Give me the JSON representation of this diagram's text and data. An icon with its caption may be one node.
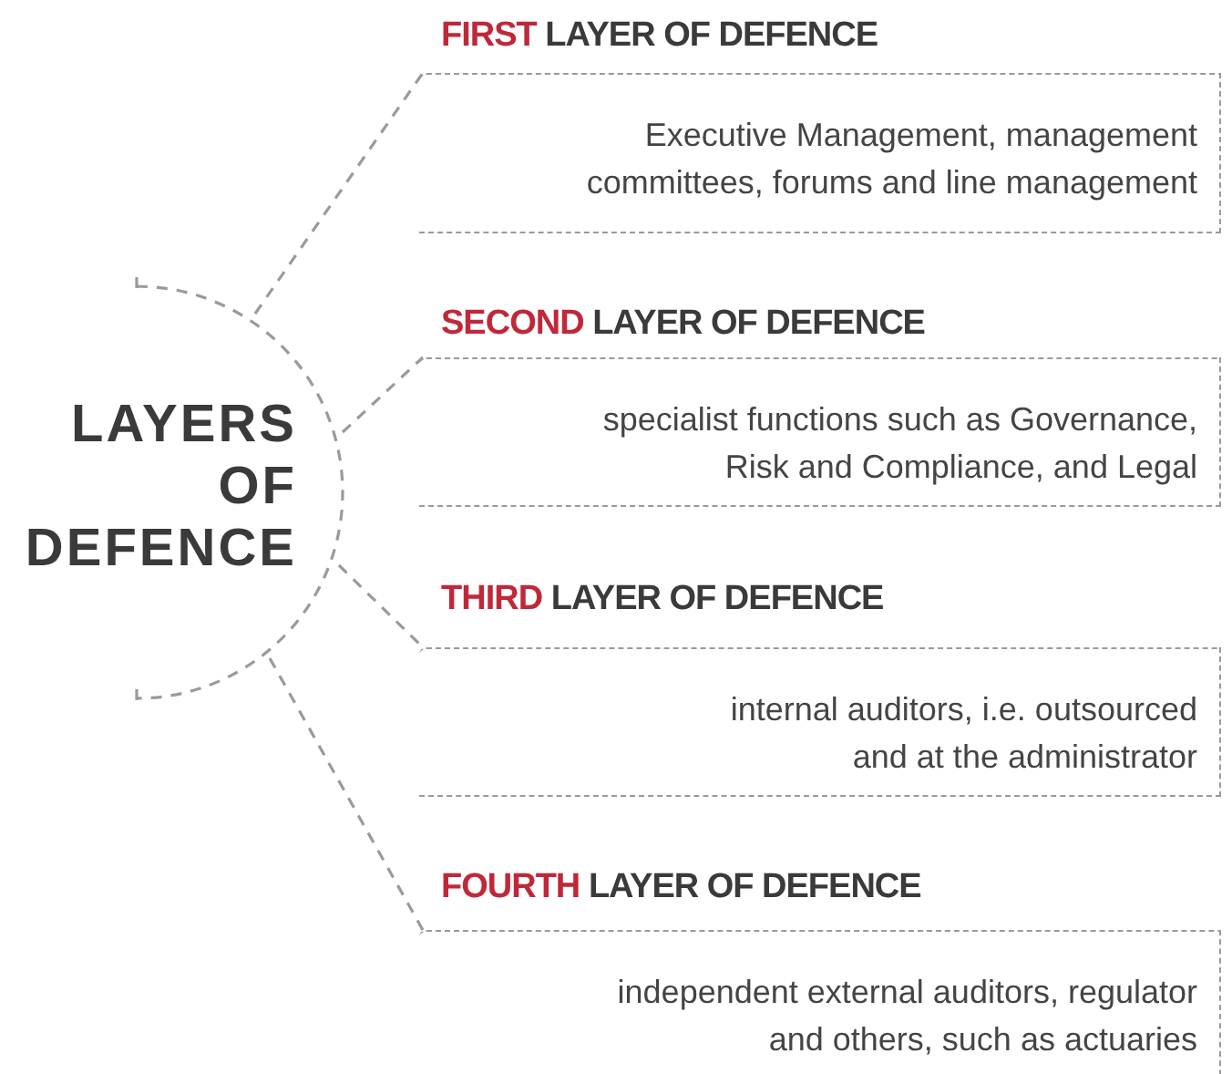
{
  "diagram": {
    "nodes": [
      {
        "text": [
          "LAYERS OF DEFENCE"
        ]
      },
      {
        "text": [
          "FIRST",
          "LAYER OF DEFENCE",
          "Executive Management, management committees, forums and line management"
        ]
      },
      {
        "text": [
          "SECOND",
          "LAYER OF DEFENCE",
          "specialist functions such as Governance, Risk and Compliance, and Legal"
        ]
      },
      {
        "text": [
          "THIRD",
          "LAYER OF DEFENCE",
          "internal auditors, i.e. outsourced and at the administrator"
        ]
      },
      {
        "text": [
          "FOURTH",
          "LAYER OF DEFENCE",
          "independent external auditors, regulator and others, such as actuaries"
        ]
      }
    ],
    "edges": [
      {
        "from": 0,
        "to": 1,
        "arrow": "none",
        "style": "dashed"
      },
      {
        "from": 0,
        "to": 2,
        "arrow": "none",
        "style": "dashed"
      },
      {
        "from": 0,
        "to": 3,
        "arrow": "none",
        "style": "dashed"
      },
      {
        "from": 0,
        "to": 4,
        "arrow": "none",
        "style": "dashed"
      }
    ]
  }
}
